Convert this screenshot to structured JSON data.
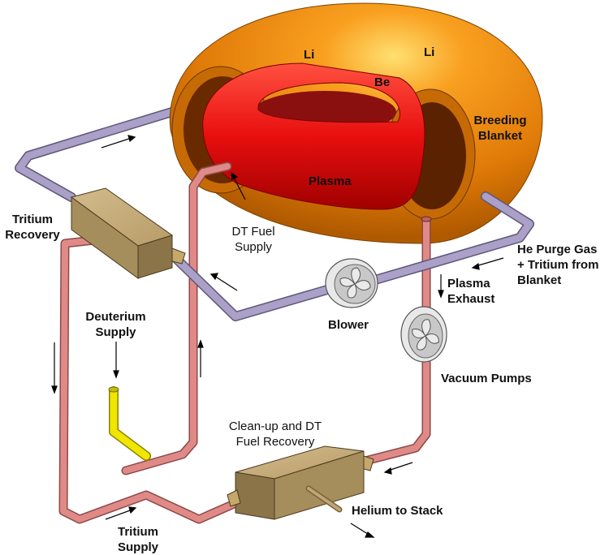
{
  "labels": {
    "li_left": "Li",
    "li_right": "Li",
    "be": "Be",
    "breeding_blanket": [
      "Breeding",
      "Blanket"
    ],
    "plasma": "Plasma",
    "tritium_recovery": [
      "Tritium",
      "Recovery"
    ],
    "dt_fuel_supply": [
      "DT Fuel",
      "Supply"
    ],
    "he_purge_gas": [
      "He Purge Gas",
      "+ Tritium from",
      "Blanket"
    ],
    "plasma_exhaust": [
      "Plasma",
      "Exhaust"
    ],
    "blower": "Blower",
    "vacuum_pumps": "Vacuum Pumps",
    "deuterium_supply": [
      "Deuterium",
      "Supply"
    ],
    "cleanup_dt_fuel_recovery": [
      "Clean-up and DT",
      "Fuel Recovery"
    ],
    "helium_to_stack": "Helium to Stack",
    "tritium_supply": [
      "Tritium",
      "Supply"
    ]
  },
  "colors": {
    "blanket_orange": "#f08a10",
    "plasma_red": "#e81010",
    "purge_pipe": "#aaa0c8",
    "fuel_pipe": "#e08a88",
    "deuterium_pipe": "#f0e600",
    "box_tan": "#b59b6a"
  }
}
